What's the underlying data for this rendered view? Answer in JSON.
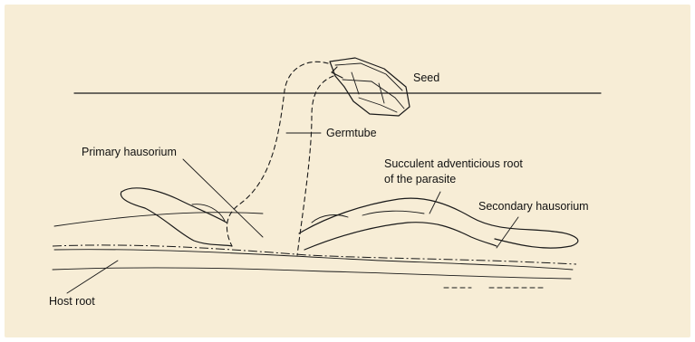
{
  "colors": {
    "background": "#f7edd6",
    "ink": "#1a1a1a"
  },
  "labels": {
    "seed": "Seed",
    "germtube": "Germtube",
    "primary_hausorium": "Primary hausorium",
    "succulent_root_line1": "Succulent adventicious root",
    "succulent_root_line2": "of the parasite",
    "secondary_hausorium": "Secondary hausorium",
    "host_root": "Host root"
  }
}
